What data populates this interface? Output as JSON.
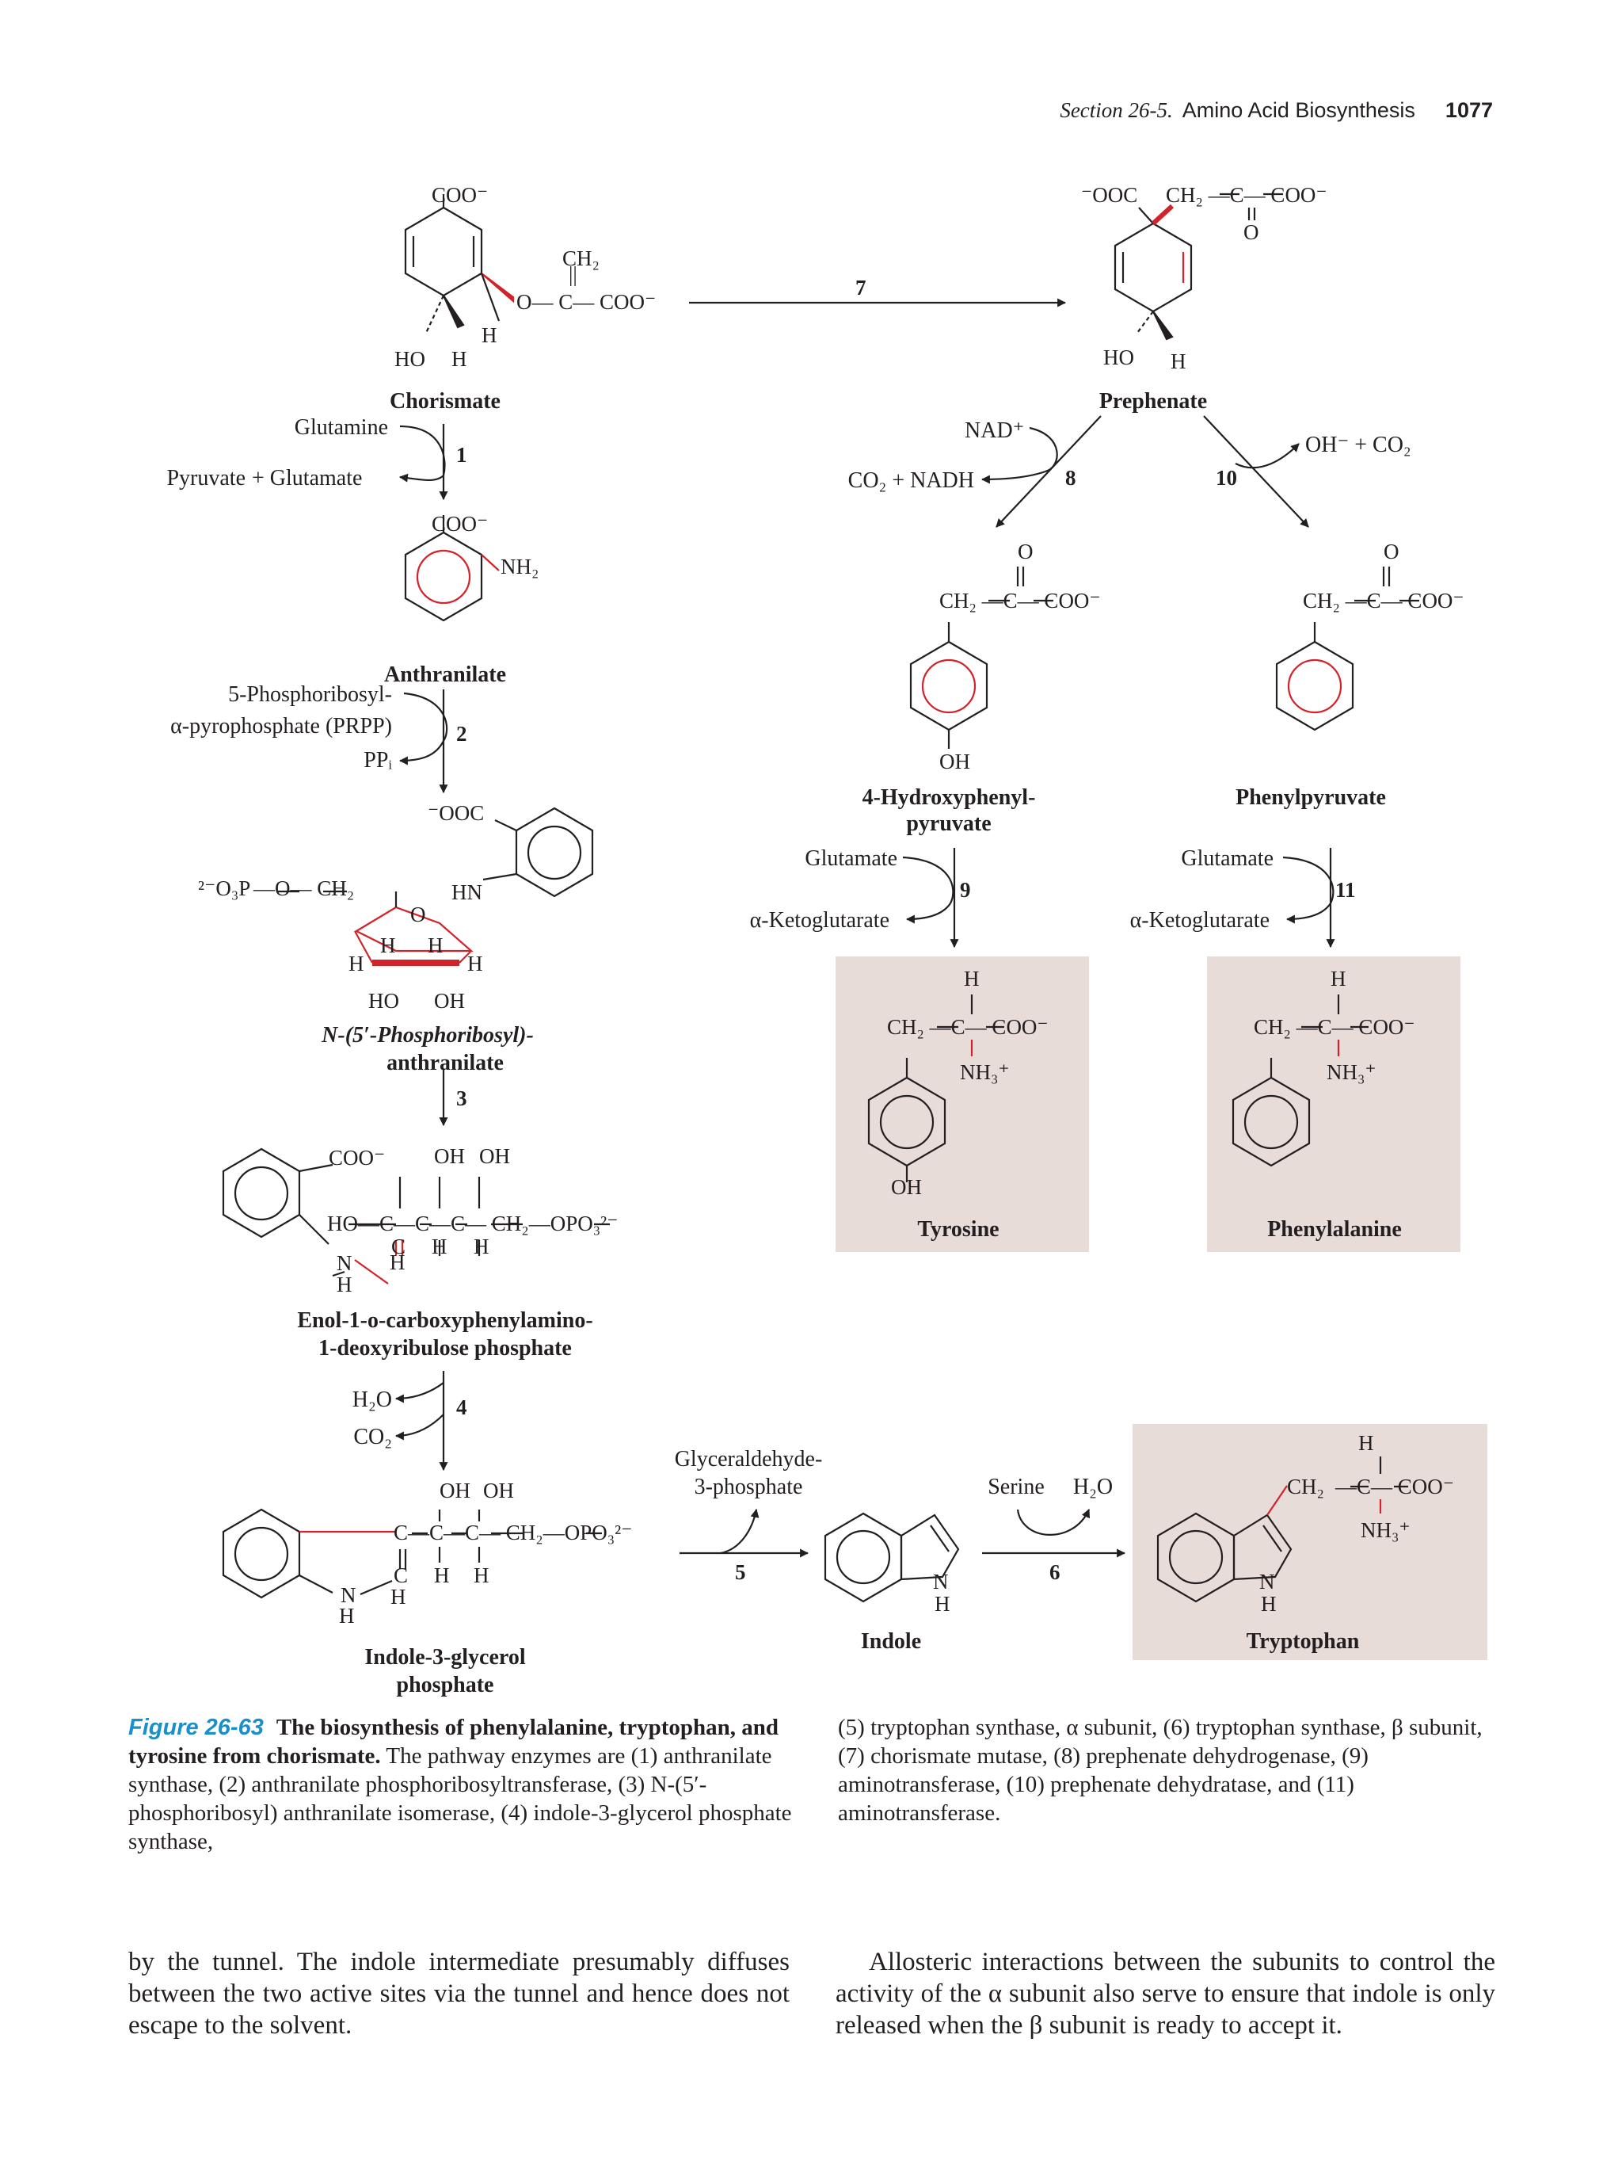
{
  "header": {
    "section": "Section 26-5.",
    "title": "Amino Acid Biosynthesis",
    "page": "1077"
  },
  "colors": {
    "text": "#231f20",
    "highlight": "#d2232a",
    "box": "#e8dcd8",
    "figure_label": "#1a8fc9"
  },
  "compounds": {
    "chorismate": "Chorismate",
    "prephenate": "Prephenate",
    "anthranilate": "Anthranilate",
    "prpp_anthranilate_1": "N-(5′-Phosphoribosyl)-",
    "prpp_anthranilate_2": "anthranilate",
    "hydroxyphenylpyruvate_1": "4-Hydroxyphenyl-",
    "hydroxyphenylpyruvate_2": "pyruvate",
    "phenylpyruvate": "Phenylpyruvate",
    "enol_1": "Enol-1-o-carboxyphenylamino-",
    "enol_2": "1-deoxyribulose phosphate",
    "indole_glycerol_1": "Indole-3-glycerol",
    "indole_glycerol_2": "phosphate",
    "indole": "Indole",
    "tyrosine": "Tyrosine",
    "phenylalanine": "Phenylalanine",
    "tryptophan": "Tryptophan"
  },
  "reagents": {
    "glutamine": "Glutamine",
    "pyruvate": "Pyruvate",
    "plus_glutamate": "+ Glutamate",
    "prpp_1": "5-Phosphoribosyl-",
    "prpp_2": "α-pyrophosphate (PRPP)",
    "ppi": "PPᵢ",
    "nad": "NAD⁺",
    "co2_nadh": "CO₂ + NADH",
    "oh_co2": "OH⁻ + CO₂",
    "glutamate": "Glutamate",
    "akg": "α-Ketoglutarate",
    "h2o": "H₂O",
    "co2": "CO₂",
    "g3p_1": "Glyceraldehyde-",
    "g3p_2": "3-phosphate",
    "serine": "Serine"
  },
  "steps": [
    "1",
    "2",
    "3",
    "4",
    "5",
    "6",
    "7",
    "8",
    "9",
    "10",
    "11"
  ],
  "caption": {
    "figure_label": "Figure 26-63",
    "bold_title": "The biosynthesis of phenylalanine, tryptophan, and tyrosine from chorismate.",
    "left_text": "The pathway enzymes are (1) anthranilate synthase, (2) anthranilate phosphoribosyltransferase, (3) N-(5′-phosphoribosyl) anthranilate isomerase, (4) indole-3-glycerol phosphate synthase,",
    "right_text": "(5) tryptophan synthase, α subunit, (6) tryptophan synthase, β subunit, (7) chorismate mutase, (8) prephenate dehydrogenase, (9) aminotransferase, (10) prephenate dehydratase, and (11) aminotransferase."
  },
  "body": {
    "left": "by the tunnel. The indole intermediate presumably diffuses between the two active sites via the tunnel and hence does not escape to the solvent.",
    "right": "Allosteric interactions between the subunits to control the activity of the α subunit also serve to ensure that indole is only released when the β subunit is ready to accept it."
  }
}
